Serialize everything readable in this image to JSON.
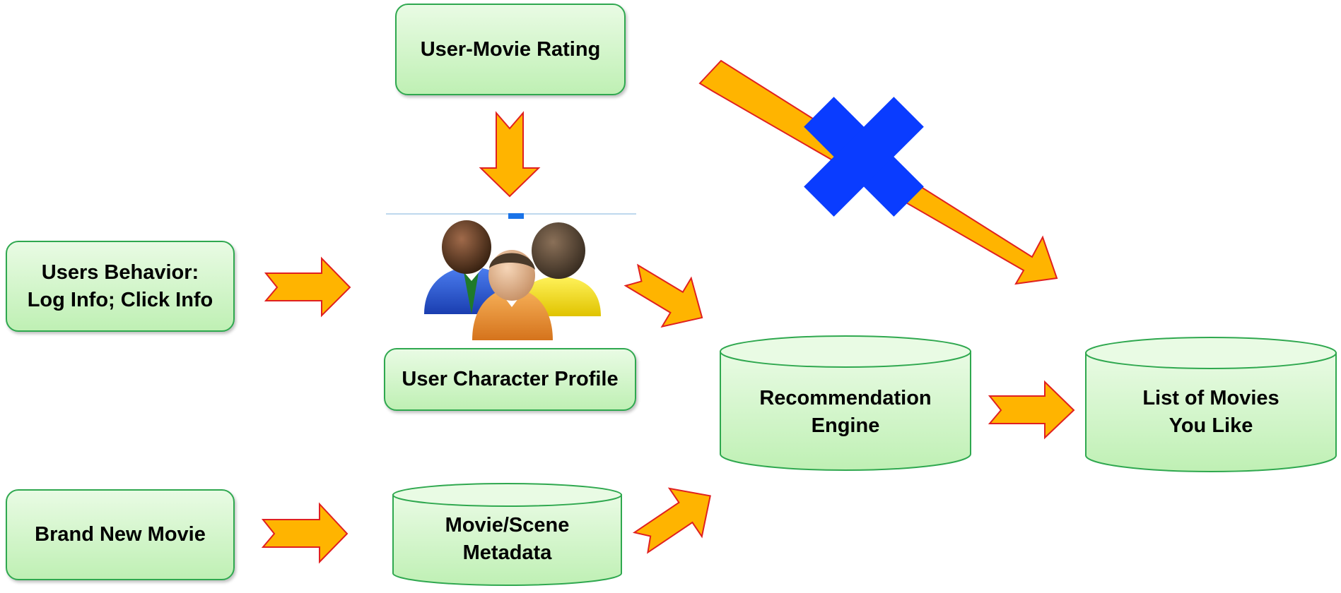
{
  "nodes": {
    "user_movie_rating": "User-Movie Rating",
    "users_behavior": "Users Behavior:\nLog Info; Click Info",
    "user_character_profile": "User Character  Profile",
    "brand_new_movie": "Brand New Movie",
    "movie_scene_metadata": "Movie/Scene\nMetadata",
    "recommendation_engine": "Recommendation\nEngine",
    "list_of_movies": "List of Movies\nYou Like"
  },
  "icons": {
    "users_group": "users-group-icon",
    "blocked": "blocked-x-icon"
  },
  "colors": {
    "box_border": "#2fa84f",
    "box_fill_top": "#e9fbe4",
    "box_fill_bottom": "#bff0b4",
    "arrow_fill": "#ffb400",
    "arrow_stroke": "#e02020",
    "cross": "#0a3cff"
  }
}
